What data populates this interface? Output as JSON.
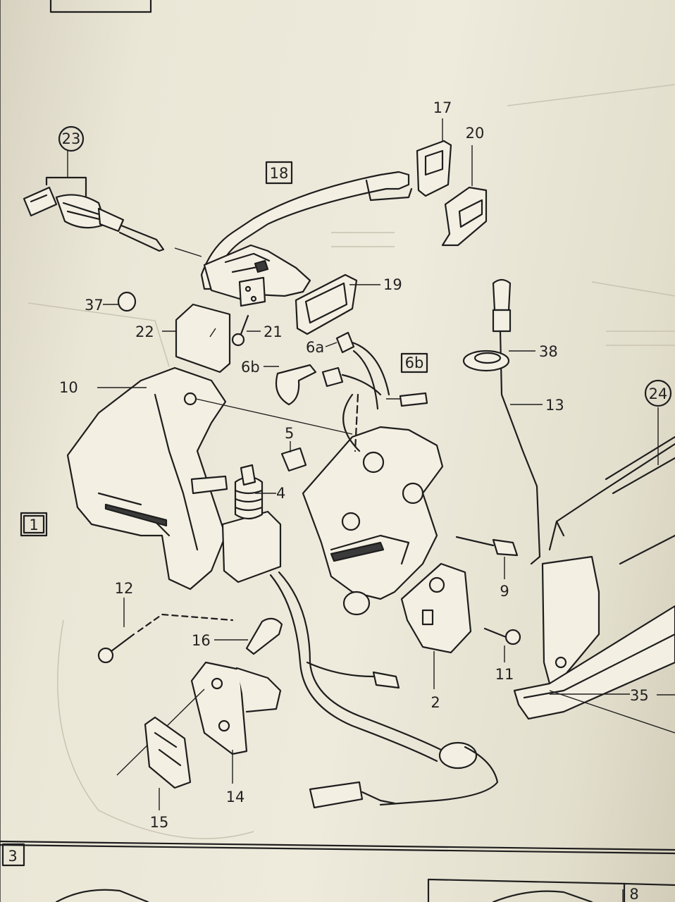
{
  "diagram": {
    "type": "exploded-parts-view",
    "labels": {
      "p1": "1",
      "p2": "2",
      "p3": "3",
      "p4": "4",
      "p5": "5",
      "p6a": "6a",
      "p6b": "6b",
      "p6b_box": "6b",
      "p8": "8",
      "p9": "9",
      "p10": "10",
      "p11": "11",
      "p12": "12",
      "p13": "13",
      "p14": "14",
      "p15": "15",
      "p16": "16",
      "p17": "17",
      "p18": "18",
      "p19": "19",
      "p20": "20",
      "p21": "21",
      "p22": "22",
      "p23": "23",
      "p24": "24",
      "p35": "35",
      "p37": "37",
      "p38": "38"
    }
  }
}
